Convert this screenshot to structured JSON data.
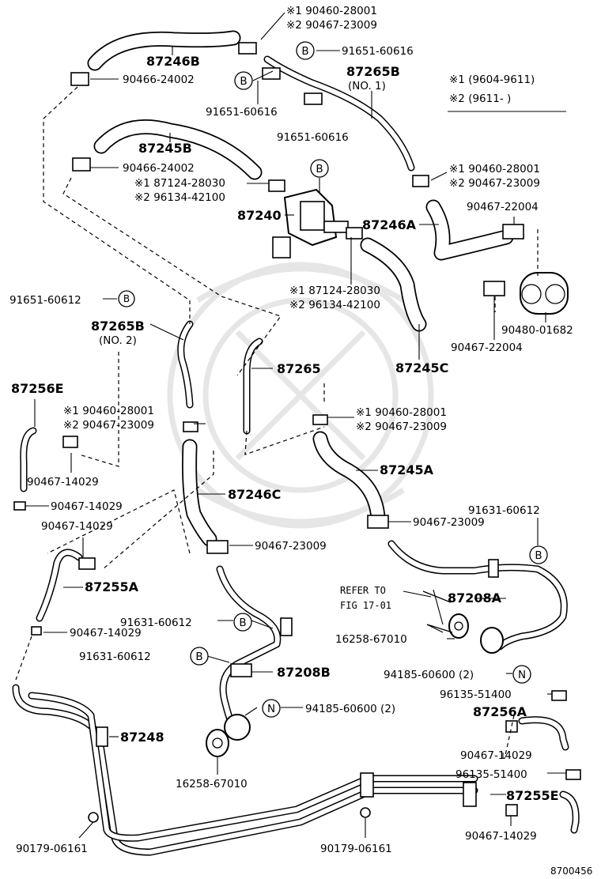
{
  "legend": {
    "note1": "※1 (9604-9611)",
    "note2": "※2 (9611-         )"
  },
  "labels": [
    {
      "id": "l01",
      "text": "※1 90460-28001"
    },
    {
      "id": "l02",
      "text": "※2 90467-23009"
    },
    {
      "id": "l03",
      "text": "91651-60616"
    },
    {
      "id": "l04",
      "text": "87246B"
    },
    {
      "id": "l05",
      "text": "87265B"
    },
    {
      "id": "l06",
      "text": "(NO. 1)"
    },
    {
      "id": "l07",
      "text": "90466-24002"
    },
    {
      "id": "l08",
      "text": "91651-60616"
    },
    {
      "id": "l09",
      "text": "87245B"
    },
    {
      "id": "l10",
      "text": "91651-60616"
    },
    {
      "id": "l11",
      "text": "90466-24002"
    },
    {
      "id": "l12",
      "text": "※1 87124-28030"
    },
    {
      "id": "l13",
      "text": "※2 96134-42100"
    },
    {
      "id": "l14",
      "text": "※1 90460-28001"
    },
    {
      "id": "l15",
      "text": "※2 90467-23009"
    },
    {
      "id": "l16",
      "text": "87240"
    },
    {
      "id": "l17",
      "text": "87246A"
    },
    {
      "id": "l18",
      "text": "90467-22004"
    },
    {
      "id": "l19",
      "text": "※1 87124-28030"
    },
    {
      "id": "l20",
      "text": "※2 96134-42100"
    },
    {
      "id": "l21",
      "text": "90480-01682"
    },
    {
      "id": "l22",
      "text": "90467-22004"
    },
    {
      "id": "l23",
      "text": "87245C"
    },
    {
      "id": "l24",
      "text": "91651-60612"
    },
    {
      "id": "l25",
      "text": "87265B"
    },
    {
      "id": "l26",
      "text": "(NO. 2)"
    },
    {
      "id": "l27",
      "text": "87265"
    },
    {
      "id": "l28",
      "text": "87256E"
    },
    {
      "id": "l29",
      "text": "※1 90460-28001"
    },
    {
      "id": "l30",
      "text": "※2 90467-23009"
    },
    {
      "id": "l31",
      "text": "※1 90460-28001"
    },
    {
      "id": "l32",
      "text": "※2 90467-23009"
    },
    {
      "id": "l33",
      "text": "87245A"
    },
    {
      "id": "l34",
      "text": "90467-14029"
    },
    {
      "id": "l35",
      "text": "87246C"
    },
    {
      "id": "l36",
      "text": "90467-14029"
    },
    {
      "id": "l37",
      "text": "90467-14029"
    },
    {
      "id": "l38",
      "text": "90467-23009"
    },
    {
      "id": "l39",
      "text": "91631-60612"
    },
    {
      "id": "l40",
      "text": "90467-23009"
    },
    {
      "id": "l41",
      "text": "87255A"
    },
    {
      "id": "l42",
      "text": "REFER TO"
    },
    {
      "id": "l43",
      "text": "FIG 17-01"
    },
    {
      "id": "l44",
      "text": "87208A"
    },
    {
      "id": "l45",
      "text": "91631-60612"
    },
    {
      "id": "l46",
      "text": "90467-14029"
    },
    {
      "id": "l47",
      "text": "16258-67010"
    },
    {
      "id": "l48",
      "text": "91631-60612"
    },
    {
      "id": "l49",
      "text": "87208B"
    },
    {
      "id": "l50",
      "text": "94185-60600 (2)"
    },
    {
      "id": "l51",
      "text": "96135-51400"
    },
    {
      "id": "l52",
      "text": "94185-60600 (2)"
    },
    {
      "id": "l53",
      "text": "87256A"
    },
    {
      "id": "l54",
      "text": "87248"
    },
    {
      "id": "l55",
      "text": "90467-14029"
    },
    {
      "id": "l56",
      "text": "16258-67010"
    },
    {
      "id": "l57",
      "text": "96135-51400"
    },
    {
      "id": "l58",
      "text": "87255E"
    },
    {
      "id": "l59",
      "text": "90179-06161"
    },
    {
      "id": "l60",
      "text": "90179-06161"
    },
    {
      "id": "l61",
      "text": "90467-14029"
    },
    {
      "id": "l62",
      "text": "8700456"
    }
  ],
  "bubbles": {
    "b": "B",
    "n": "N"
  }
}
